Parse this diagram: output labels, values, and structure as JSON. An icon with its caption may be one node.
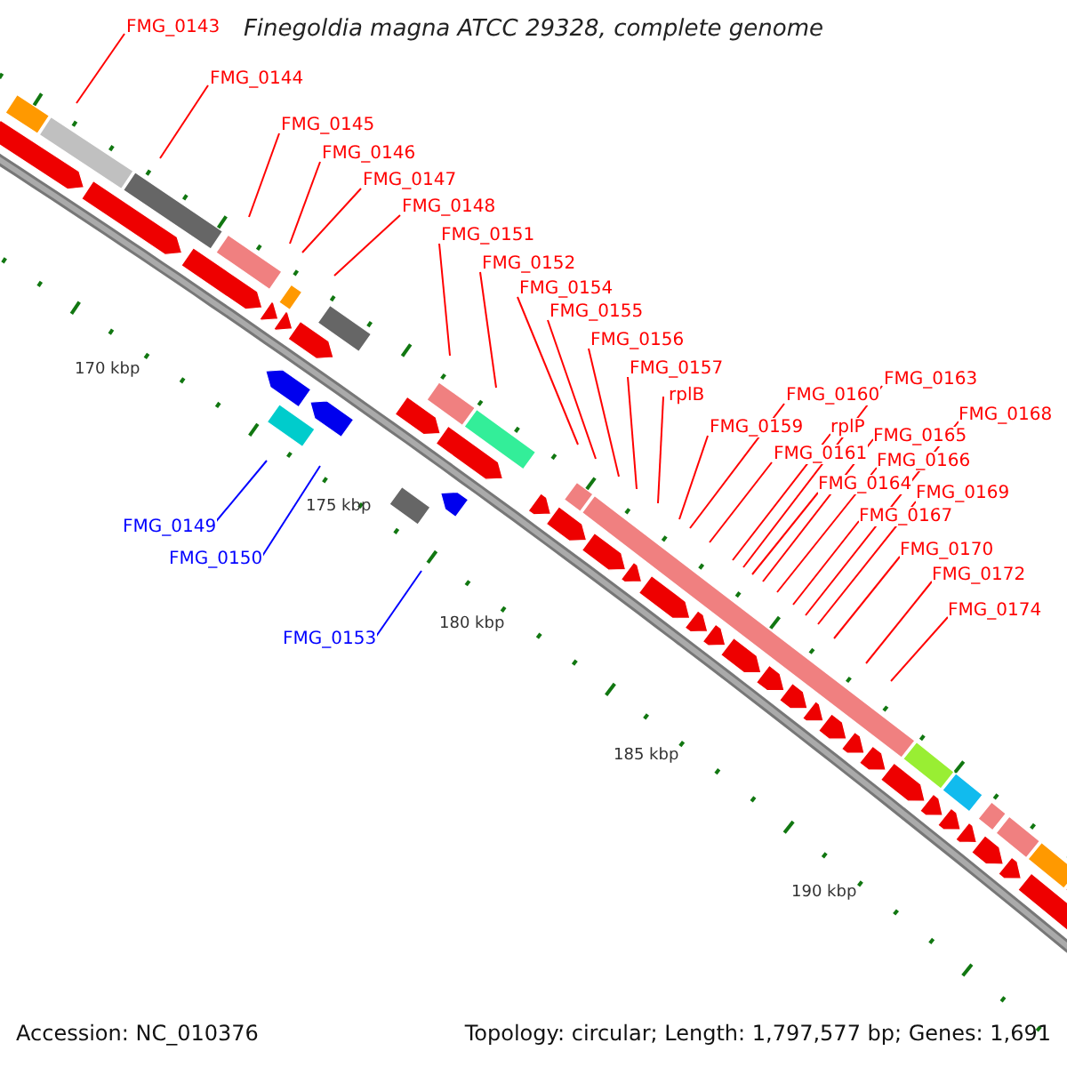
{
  "diagram": {
    "title": "Finegoldia magna ATCC 29328, complete genome",
    "nodes": [
      {
        "text": [
          "FMG_0143"
        ]
      },
      {
        "text": [
          "FMG_0144"
        ]
      },
      {
        "text": [
          "FMG_0145"
        ]
      },
      {
        "text": [
          "FMG_0146"
        ]
      },
      {
        "text": [
          "FMG_0147"
        ]
      },
      {
        "text": [
          "FMG_0148"
        ]
      },
      {
        "text": [
          "FMG_0151"
        ]
      },
      {
        "text": [
          "FMG_0152"
        ]
      },
      {
        "text": [
          "FMG_0154"
        ]
      },
      {
        "text": [
          "FMG_0155"
        ]
      },
      {
        "text": [
          "FMG_0156"
        ]
      },
      {
        "text": [
          "FMG_0157"
        ]
      },
      {
        "text": [
          "rplB"
        ]
      },
      {
        "text": [
          "FMG_0159"
        ]
      },
      {
        "text": [
          "FMG_0160"
        ]
      },
      {
        "text": [
          "FMG_0161"
        ]
      },
      {
        "text": [
          "rplP"
        ]
      },
      {
        "text": [
          "FMG_0163"
        ]
      },
      {
        "text": [
          "FMG_0164"
        ]
      },
      {
        "text": [
          "FMG_0165"
        ]
      },
      {
        "text": [
          "FMG_0166"
        ]
      },
      {
        "text": [
          "FMG_0167"
        ]
      },
      {
        "text": [
          "FMG_0168"
        ]
      },
      {
        "text": [
          "FMG_0169"
        ]
      },
      {
        "text": [
          "FMG_0170"
        ]
      },
      {
        "text": [
          "FMG_0172"
        ]
      },
      {
        "text": [
          "FMG_0174"
        ]
      },
      {
        "text": [
          "FMG_0149"
        ]
      },
      {
        "text": [
          "FMG_0150"
        ]
      },
      {
        "text": [
          "FMG_0153"
        ]
      }
    ],
    "edges": [
      {
        "from": 0,
        "to": null,
        "arrow": "none"
      },
      {
        "from": 1,
        "to": null,
        "arrow": "none"
      },
      {
        "from": 2,
        "to": null,
        "arrow": "none"
      },
      {
        "from": 3,
        "to": null,
        "arrow": "none"
      },
      {
        "from": 4,
        "to": null,
        "arrow": "none"
      },
      {
        "from": 5,
        "to": null,
        "arrow": "none"
      },
      {
        "from": 6,
        "to": null,
        "arrow": "none"
      },
      {
        "from": 7,
        "to": null,
        "arrow": "none"
      },
      {
        "from": 8,
        "to": null,
        "arrow": "none"
      },
      {
        "from": 9,
        "to": null,
        "arrow": "none"
      },
      {
        "from": 10,
        "to": null,
        "arrow": "none"
      },
      {
        "from": 11,
        "to": null,
        "arrow": "none"
      },
      {
        "from": 12,
        "to": null,
        "arrow": "none"
      },
      {
        "from": 13,
        "to": null,
        "arrow": "none"
      },
      {
        "from": 14,
        "to": null,
        "arrow": "none"
      },
      {
        "from": 15,
        "to": null,
        "arrow": "none"
      },
      {
        "from": 16,
        "to": null,
        "arrow": "none"
      },
      {
        "from": 17,
        "to": null,
        "arrow": "none"
      },
      {
        "from": 18,
        "to": null,
        "arrow": "none"
      },
      {
        "from": 19,
        "to": null,
        "arrow": "none"
      },
      {
        "from": 20,
        "to": null,
        "arrow": "none"
      },
      {
        "from": 21,
        "to": null,
        "arrow": "none"
      },
      {
        "from": 22,
        "to": null,
        "arrow": "none"
      },
      {
        "from": 23,
        "to": null,
        "arrow": "none"
      },
      {
        "from": 24,
        "to": null,
        "arrow": "none"
      },
      {
        "from": 25,
        "to": null,
        "arrow": "none"
      },
      {
        "from": 26,
        "to": null,
        "arrow": "none"
      },
      {
        "from": 27,
        "to": null,
        "arrow": "none",
        "color": "#0000ff"
      },
      {
        "from": 28,
        "to": null,
        "arrow": "none",
        "color": "#0000ff"
      },
      {
        "from": 29,
        "to": null,
        "arrow": "none",
        "color": "#0000ff"
      }
    ],
    "labels": [
      "170 kbp",
      "175 kbp",
      "180 kbp",
      "185 kbp",
      "190 kbp",
      "Accession: NC_010376",
      "Topology: circular; Length: 1,797,577 bp; Genes: 1,691"
    ]
  }
}
